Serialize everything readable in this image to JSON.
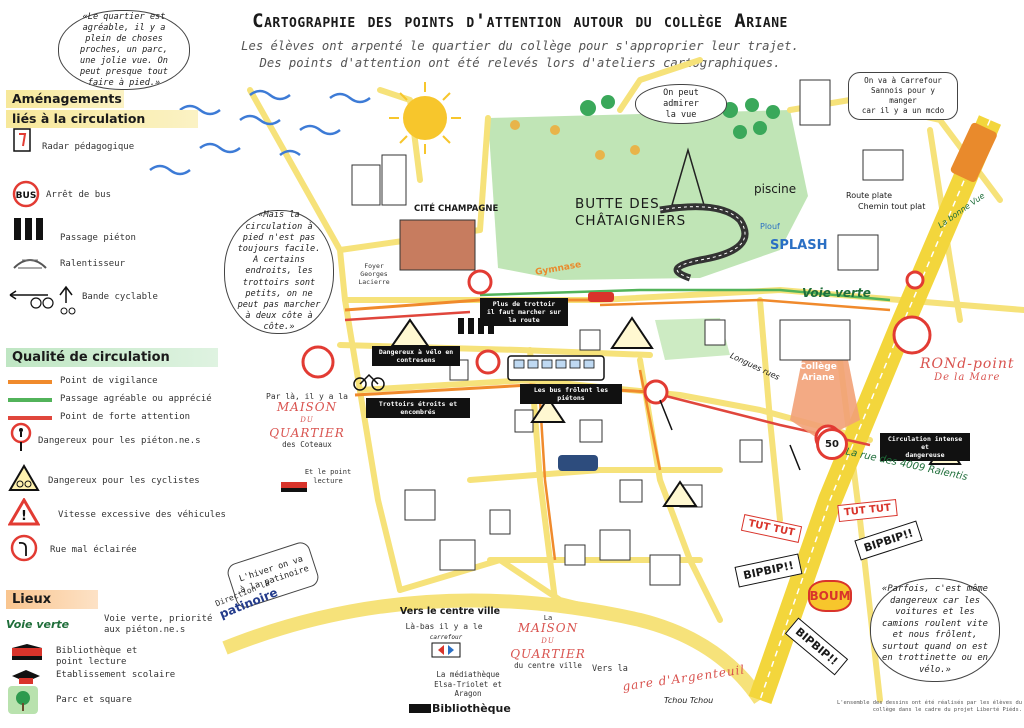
{
  "header": {
    "title": "Cartographie des points d'attention autour du collège Ariane",
    "subtitle_line1": "Les élèves ont arpenté le quartier du collège pour s'approprier leur trajet.",
    "subtitle_line2": "Des points d'attention ont été relevés lors d'ateliers cartographiques."
  },
  "quotes": {
    "q1": "«Le quartier est agréable, il y a plein de choses proches, un parc, une jolie vue. On peut presque tout faire à pied.»",
    "q2": "«Mais la circulation à pied n'est pas toujours facile. A certains endroits, les trottoirs sont petits, on ne peut pas marcher à deux côte à côte.»",
    "q3": "«Parfois, c'est même dangereux car les voitures et les camions roulent vite et nous frôlent, surtout quand on est en trottinette ou en vélo.»"
  },
  "legend": {
    "section1_title_l1": "Aménagements",
    "section1_title_l2": "liés à la circulation",
    "radar": "Radar pédagogique",
    "bus": "Arrêt de bus",
    "pieton": "Passage piéton",
    "ralentisseur": "Ralentisseur",
    "cyclable": "Bande cyclable",
    "section2_title": "Qualité de circulation",
    "vigilance": "Point de vigilance",
    "agreable": "Passage agréable ou apprécié",
    "forte": "Point de forte attention",
    "danger_pietons": "Dangereux pour les piéton.ne.s",
    "danger_cyclistes": "Dangereux pour les cyclistes",
    "vitesse": "Vitesse excessive des véhicules",
    "eclairee": "Rue mal éclairée",
    "section3_title": "Lieux",
    "voie_verte_icon": "Voie verte",
    "voie_verte": "Voie verte, priorité aux piéton.ne.s",
    "bibliotheque": "Bibliothèque et point lecture",
    "etablissement": "Etablissement scolaire",
    "parc": "Parc et square"
  },
  "map": {
    "bubble_vue_l1": "On peut admirer",
    "bubble_vue_l2": "la vue",
    "bubble_carrefour_l1": "On va à Carrefour",
    "bubble_carrefour_l2": "Sannois pour y manger",
    "bubble_carrefour_l3": "car il y a un mcdo",
    "cite": "CITÉ CHAMPAGNE",
    "butte_l1": "BUTTE DES",
    "butte_l2": "CHÂTAIGNIERS",
    "piscine": "piscine",
    "splash_l1": "Plouf",
    "splash_l2": "SPLASH",
    "route_plate_l1": "Route plate",
    "route_plate_l2": "Chemin tout plat",
    "bonne_vue": "La bonne Vue",
    "foyer": "Foyer Georges Lacierre",
    "gymnase": "Gymnase",
    "voie_verte": "Voie verte",
    "rond_point_l1": "RONd-point",
    "rond_point_l2": "De la Mare",
    "tag_dangereux_velo": "Dangereux à vélo en contresens",
    "tag_trottoir_l1": "Plus de trottoir",
    "tag_trottoir_l2": "il faut marcher sur la route",
    "tag_trottoirs_etroits": "Trottoirs étroits et encombrés",
    "tag_bus": "Les bus frôlent les piétons",
    "tag_circulation_l1": "Circulation intense et",
    "tag_circulation_l2": "dangereuse",
    "longues_fleurs": "Longues rues",
    "college_l1": "Collège",
    "college_l2": "Ariane",
    "rue_4009": "La rue des 4009 Ralentis",
    "par_la": "Par là, il y a la",
    "maison": "MAISON",
    "du": "DU",
    "quartier": "QUARTIER",
    "coteaux": "des Coteaux",
    "point_lecture_l1": "Et le point",
    "point_lecture_l2": "lecture",
    "hiver_l1": "L'hiver on va",
    "hiver_l2": "à la patinoire",
    "direction": "Direction la",
    "patinoire": "patinoire",
    "centre_ville": "Vers le centre ville",
    "la_bas": "Là-bas il y a le",
    "carrefour_logo": "carrefour",
    "la_maison_l1": "La",
    "centre_ville_maison": "du centre ville",
    "mediatheque_l1": "La médiathèque",
    "mediatheque_l2": "Elsa-Triolet et",
    "mediatheque_l3": "Aragon",
    "bibliotheque": "Bibliothèque",
    "vers_la": "Vers la",
    "gare": "gare d'Argenteuil",
    "tchou": "Tchou Tchou",
    "tut1": "TUT TUT",
    "tut2": "TUT TUT",
    "bipbip1": "BIPBIP!!",
    "bipbip2": "BIPBIP!!",
    "bipbip3": "BIPBIP!!",
    "boum": "BOUM",
    "sign_50": "50",
    "credit_l1": "L'ensemble des dessins ont été réalisés par les élèves du",
    "credit_l2": "collège dans le cadre du projet Liberté Piéds."
  },
  "colors": {
    "road": "#f6e27a",
    "vigilance": "#f08a2c",
    "agreable": "#52b35a",
    "forte": "#e0463c",
    "park": "#b9e2ae",
    "danger": "#e23b33"
  }
}
